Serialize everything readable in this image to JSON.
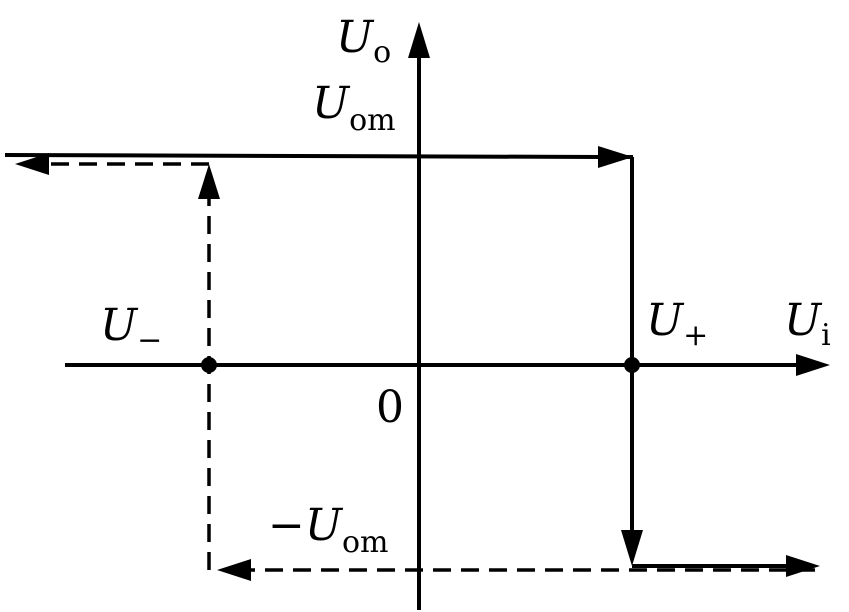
{
  "labels": {
    "y_axis": {
      "main": "U",
      "sub": "o"
    },
    "x_axis": {
      "main": "U",
      "sub": "i"
    },
    "upper_level": {
      "main": "U",
      "sub": "om"
    },
    "lower_level": {
      "prefix": "−",
      "main": "U",
      "sub": "om"
    },
    "threshold_low": {
      "main": "U",
      "sub": "−"
    },
    "threshold_high": {
      "main": "U",
      "sub": "+"
    },
    "origin": "0"
  },
  "colors": {
    "stroke": "#000000",
    "background": "#ffffff"
  }
}
